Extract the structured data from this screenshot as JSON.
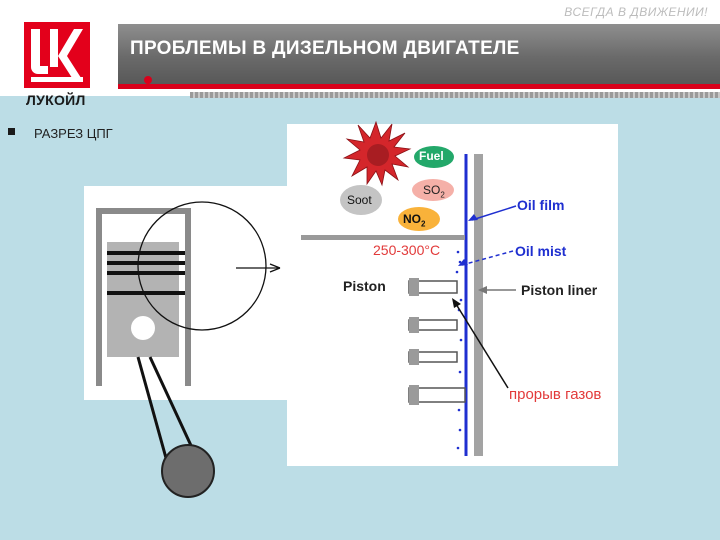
{
  "header": {
    "slogan": "ВСЕГДА В ДВИЖЕНИИ!",
    "title": "ПРОБЛЕМЫ В ДИЗЕЛЬНОМ ДВИГАТЕЛЕ"
  },
  "logo": {
    "text": "ЛУКОЙЛ"
  },
  "content": {
    "bullet_text": "РАЗРЕЗ ЦПГ"
  },
  "diagram": {
    "fuel": "Fuel",
    "so2_main": "SO",
    "so2_sub": "2",
    "soot": "Soot",
    "no2_main": "NO",
    "no2_sub": "2",
    "oil_film": "Oil film",
    "oil_mist": "Oil mist",
    "temperature": "250-300°C",
    "piston": "Piston",
    "piston_liner": "Piston liner",
    "gas_blowby": "прорыв газов"
  },
  "colors": {
    "brand_red": "#e3001b",
    "accent_blue": "#1f2fd0",
    "temperature_red": "#e23a3a",
    "fuel_green": "#23a86a",
    "so2_pink": "#f5b0a8",
    "no2_orange": "#f9b23a",
    "soot_gray": "#c4c4c4"
  }
}
